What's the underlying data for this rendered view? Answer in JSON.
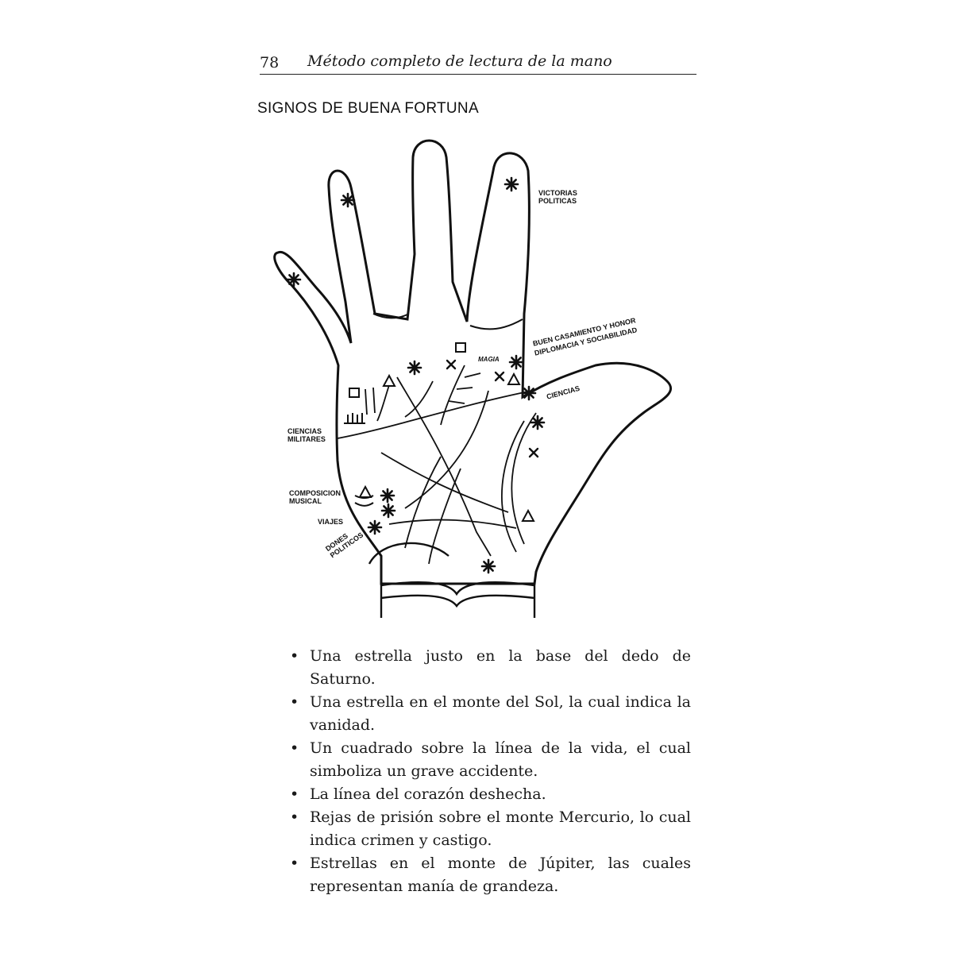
{
  "header": {
    "page_number": "78",
    "running_title": "Método completo de lectura de la mano"
  },
  "section_title": "SIGNOS DE BUENA FORTUNA",
  "figure": {
    "labels": {
      "victorias": "VICTORIAS POLITICAS",
      "casamiento": "BUEN CASAMIENTO Y HONOR",
      "diplomacia": "DIPLOMACIA Y SOCIABILIDAD",
      "magia": "MAGIA",
      "ciencias": "CIENCIAS",
      "ciencias_militares": "CIENCIAS MILITARES",
      "composicion": "COMPOSICION MUSICAL",
      "viajes": "VIAJES",
      "dones": "DONES POLITICOS"
    }
  },
  "bullets": [
    {
      "symbol": "•",
      "text": "Una estrella justo en la base del dedo de Saturno."
    },
    {
      "symbol": "•",
      "text": "Una estrella en el monte del Sol, la cual indica la vanidad."
    },
    {
      "symbol": "•",
      "text": "Un cuadrado sobre la línea de la vida, el cual simboliza un grave accidente."
    },
    {
      "symbol": "•",
      "text": "La línea del corazón deshecha."
    },
    {
      "symbol": "•",
      "text": "Rejas de prisión sobre el monte Mercurio, lo cual indica crimen y castigo."
    },
    {
      "symbol": "•",
      "text": "Estrellas en el monte de Júpiter, las cuales representan manía de grandeza."
    }
  ]
}
